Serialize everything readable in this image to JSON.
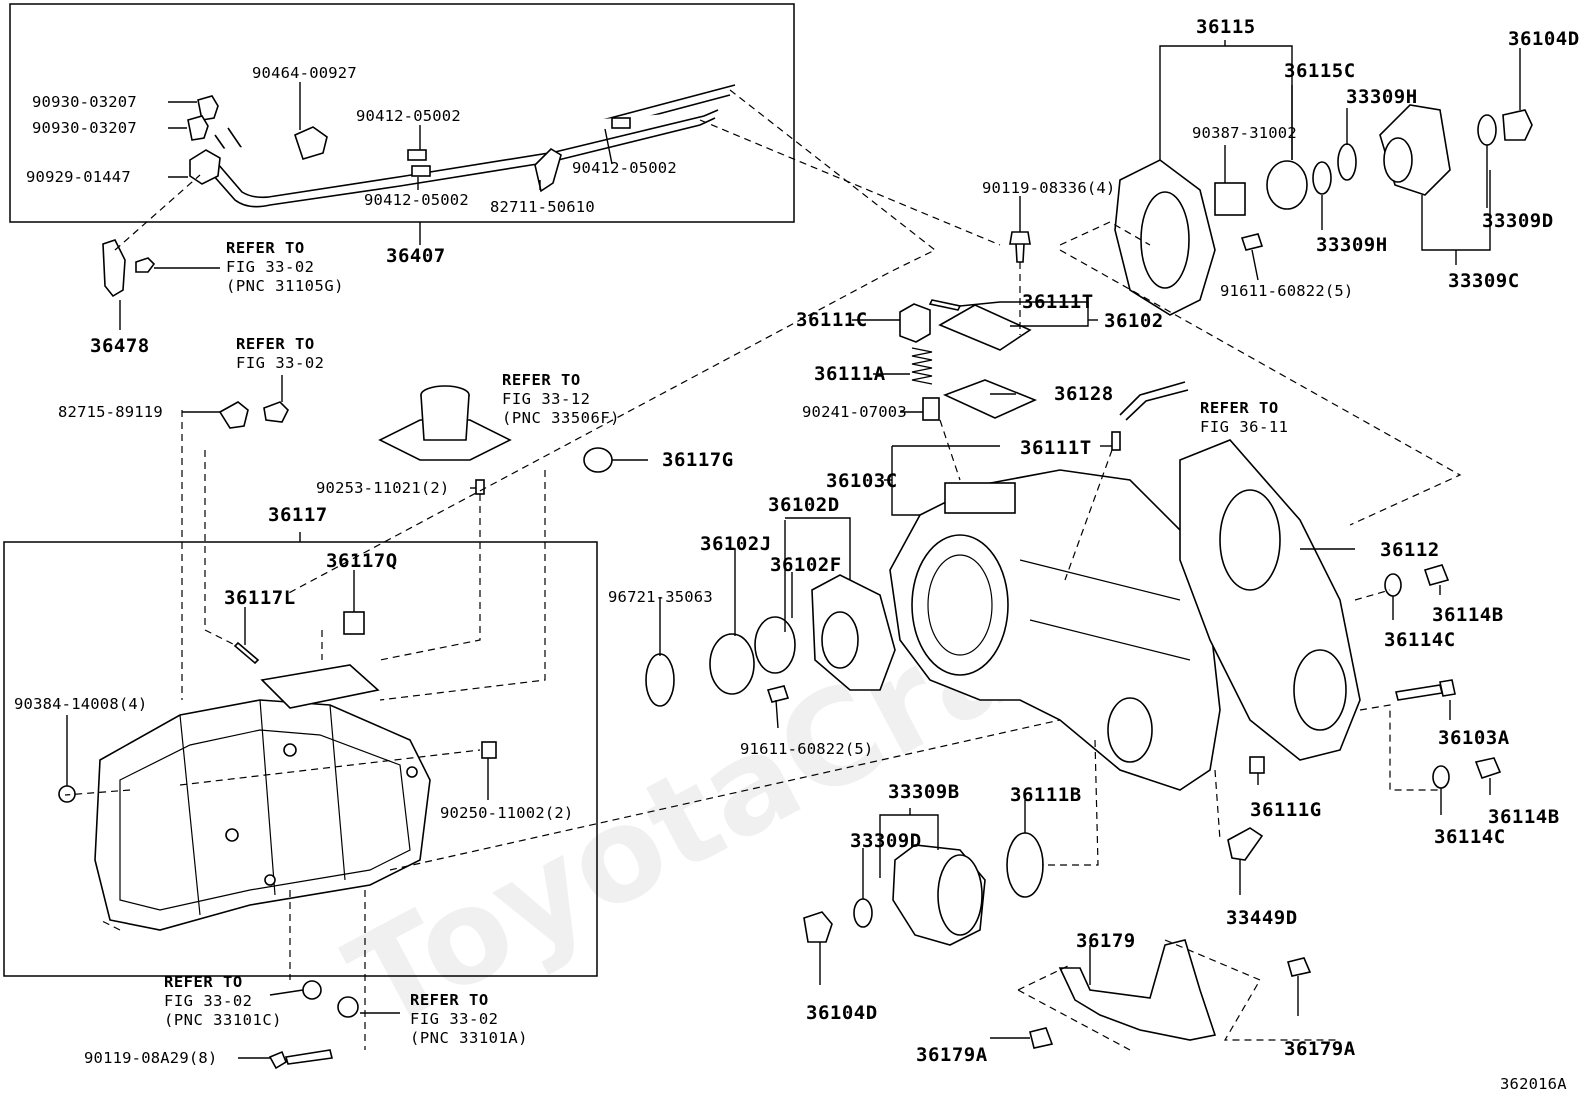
{
  "diagram_id": "362016A",
  "watermark": "ToyotaCrash",
  "labels": {
    "p36407": "36407",
    "p90464_00927": "90464-00927",
    "p90930_a": "90930-03207",
    "p90930_b": "90930-03207",
    "p90929": "90929-01447",
    "p90412_a": "90412-05002",
    "p90412_b": "90412-05002",
    "p90412_c": "90412-05002",
    "p82711": "82711-50610",
    "p36478": "36478",
    "p82715": "82715-89119",
    "p36117": "36117",
    "p36117Q": "36117Q",
    "p36117L": "36117L",
    "p36117G": "36117G",
    "p90253": "90253-11021(2)",
    "p90384": "90384-14008(4)",
    "p90250": "90250-11002(2)",
    "p90119_08A29": "90119-08A29(8)",
    "p36115": "36115",
    "p36115C": "36115C",
    "p90387": "90387-31002",
    "p33309H_a": "33309H",
    "p33309H_b": "33309H",
    "p36104D_a": "36104D",
    "p36104D_b": "36104D",
    "p33309D_a": "33309D",
    "p33309D_b": "33309D",
    "p33309C": "33309C",
    "p33309B": "33309B",
    "p90119_08336": "90119-08336(4)",
    "p91611_a": "91611-60822(5)",
    "p91611_b": "91611-60822(5)",
    "p36111T_a": "36111T",
    "p36111T_b": "36111T",
    "p36102": "36102",
    "p36111C": "36111C",
    "p36111A": "36111A",
    "p36128": "36128",
    "p90241": "90241-07003",
    "p36103C": "36103C",
    "p36102D": "36102D",
    "p36102J": "36102J",
    "p36102F": "36102F",
    "p96721": "96721-35063",
    "p36112": "36112",
    "p36114B_a": "36114B",
    "p36114B_b": "36114B",
    "p36114C_a": "36114C",
    "p36114C_b": "36114C",
    "p36103A": "36103A",
    "p36111B": "36111B",
    "p36111G": "36111G",
    "p33449D": "33449D",
    "p36179": "36179",
    "p36179A_a": "36179A",
    "p36179A_b": "36179A"
  },
  "notes": {
    "n1": {
      "title": "REFER TO",
      "line1": "FIG 33-02",
      "line2": "(PNC 31105G)"
    },
    "n2": {
      "title": "REFER TO",
      "line1": "FIG 33-02"
    },
    "n3": {
      "title": "REFER TO",
      "line1": "FIG 33-12",
      "line2": "(PNC 33506F)"
    },
    "n4": {
      "title": "REFER TO",
      "line1": "FIG 36-11"
    },
    "n5": {
      "title": "REFER TO",
      "line1": "FIG 33-02",
      "line2": "(PNC 33101C)"
    },
    "n6": {
      "title": "REFER TO",
      "line1": "FIG 33-02",
      "line2": "(PNC 33101A)"
    }
  }
}
